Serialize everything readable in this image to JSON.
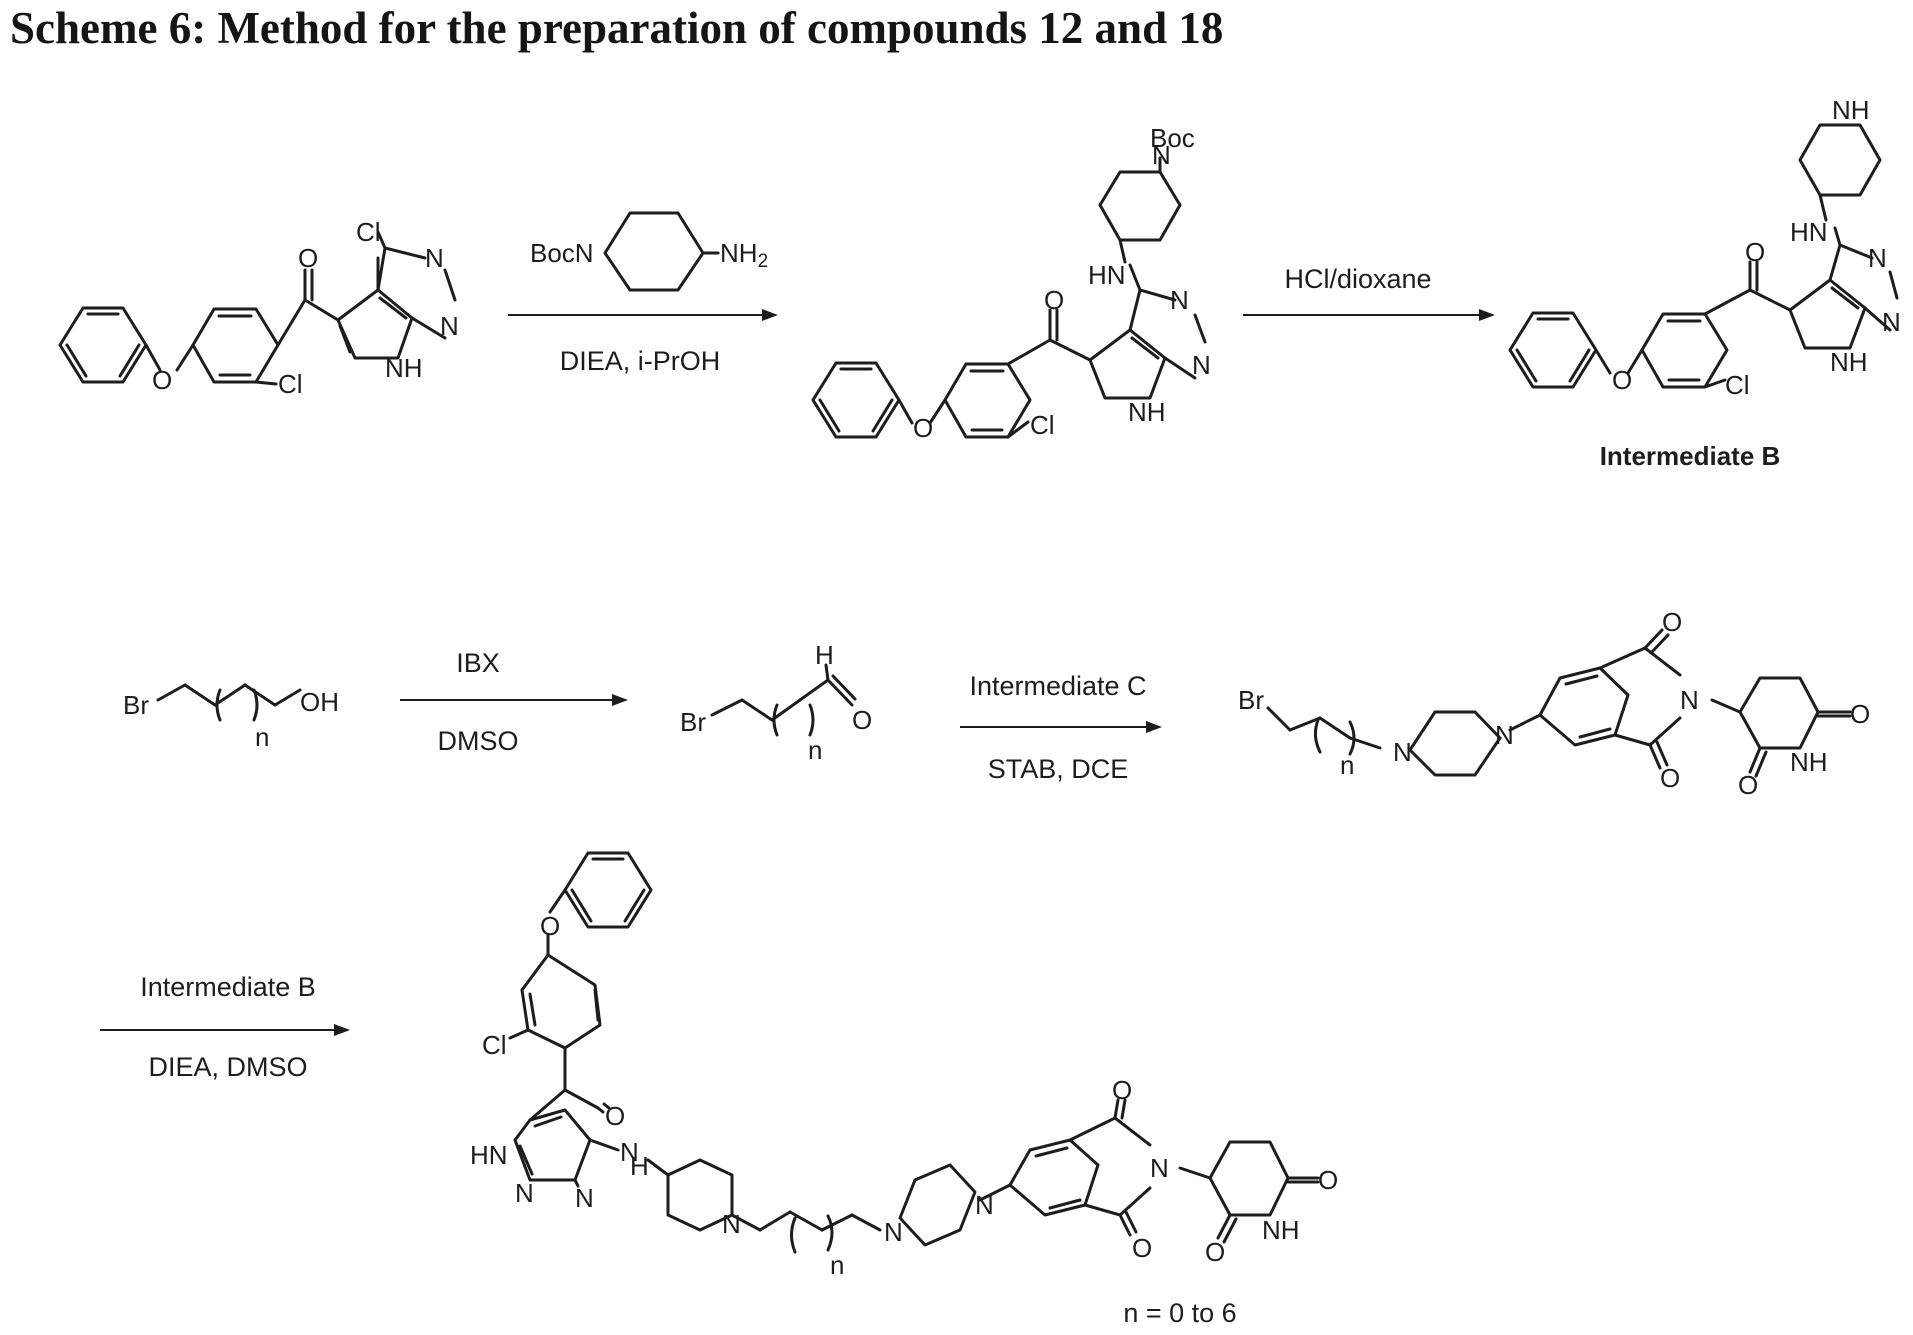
{
  "title": "Scheme 6: Method for the preparation of compounds 12 and 18",
  "atoms": {
    "cl": "Cl",
    "o": "O",
    "n": "N",
    "nh": "NH",
    "hn": "HN",
    "h": "H",
    "boc": "Boc",
    "bocn": "BocN",
    "nh2": "NH",
    "nh2_sub": "2",
    "br": "Br",
    "oh": "OH",
    "rep": "n"
  },
  "reactions": {
    "r1": {
      "reagent": "",
      "conditions": "DIEA, i-PrOH"
    },
    "r2": {
      "reagent": "HCl/dioxane",
      "conditions": ""
    },
    "r3": {
      "reagent": "IBX",
      "conditions": "DMSO"
    },
    "r4": {
      "reagent": "Intermediate C",
      "conditions": "STAB, DCE"
    },
    "r5": {
      "reagent": "Intermediate B",
      "conditions": "DIEA, DMSO"
    }
  },
  "labels": {
    "intermediate_b": "Intermediate B"
  },
  "note": "n = 0 to 6"
}
